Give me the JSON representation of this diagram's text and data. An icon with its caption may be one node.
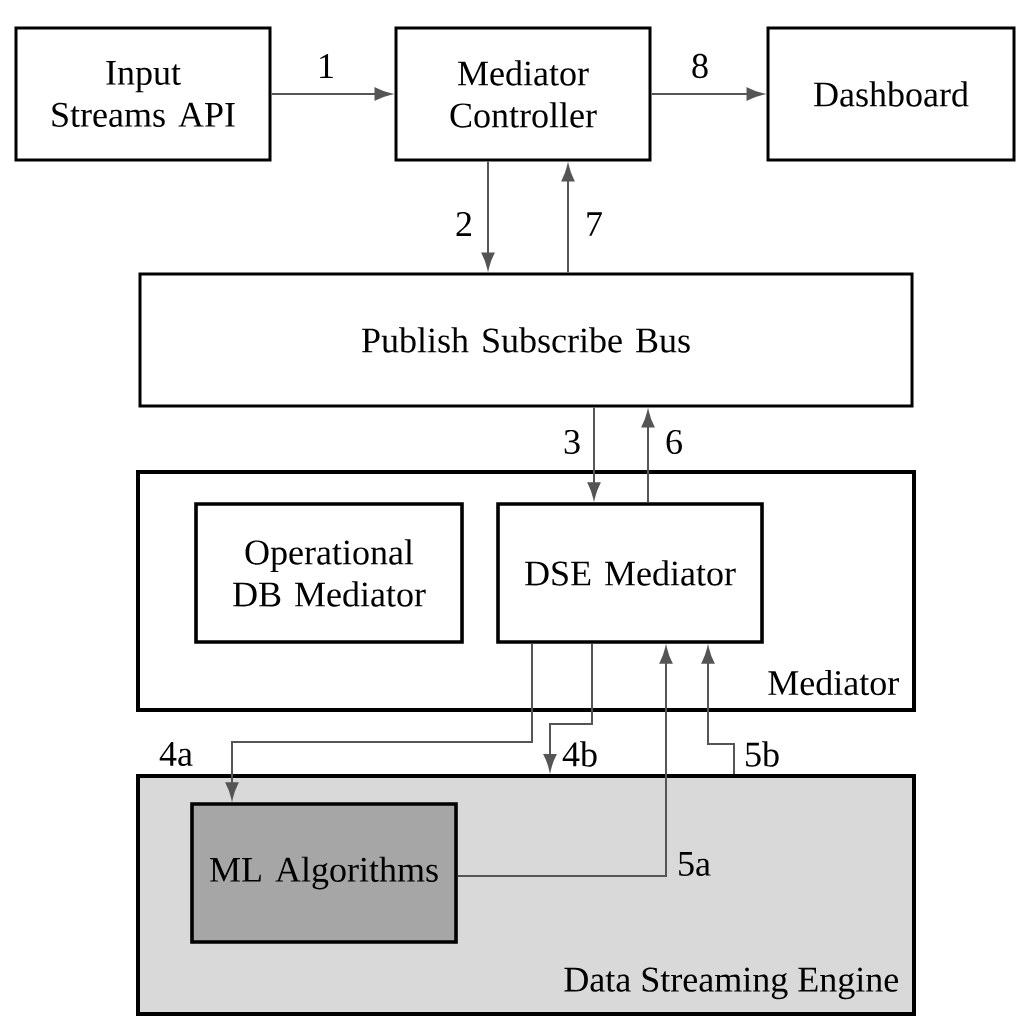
{
  "diagram": {
    "nodes": [
      {
        "text": [
          "Input Streams API"
        ]
      },
      {
        "text": [
          "Mediator Controller"
        ]
      },
      {
        "text": [
          "Dashboard"
        ]
      },
      {
        "text": [
          "Publish Subscribe Bus"
        ]
      },
      {
        "text": [
          "Mediator"
        ]
      },
      {
        "text": [
          "Operational DB Mediator"
        ],
        "in": 4
      },
      {
        "text": [
          "DSE Mediator"
        ],
        "in": 4
      },
      {
        "text": [
          "Data Streaming Engine"
        ]
      },
      {
        "text": [
          "ML Algorithms"
        ],
        "in": 7
      }
    ],
    "edges": [
      {
        "from": 0,
        "to": 1,
        "arrow": "to",
        "label": "1"
      },
      {
        "from": 1,
        "to": 2,
        "arrow": "to",
        "label": "8"
      },
      {
        "from": 1,
        "to": 3,
        "arrow": "to",
        "label": "2"
      },
      {
        "from": 3,
        "to": 1,
        "arrow": "to",
        "label": "7"
      },
      {
        "from": 3,
        "to": 6,
        "arrow": "to",
        "label": "3"
      },
      {
        "from": 6,
        "to": 3,
        "arrow": "to",
        "label": "6"
      },
      {
        "from": 6,
        "to": 8,
        "arrow": "to",
        "label": "4a"
      },
      {
        "from": 6,
        "to": 7,
        "arrow": "to",
        "label": "4b"
      },
      {
        "from": 8,
        "to": 6,
        "arrow": "to",
        "label": "5a"
      },
      {
        "from": 7,
        "to": 6,
        "arrow": "to",
        "label": "5b"
      }
    ]
  }
}
